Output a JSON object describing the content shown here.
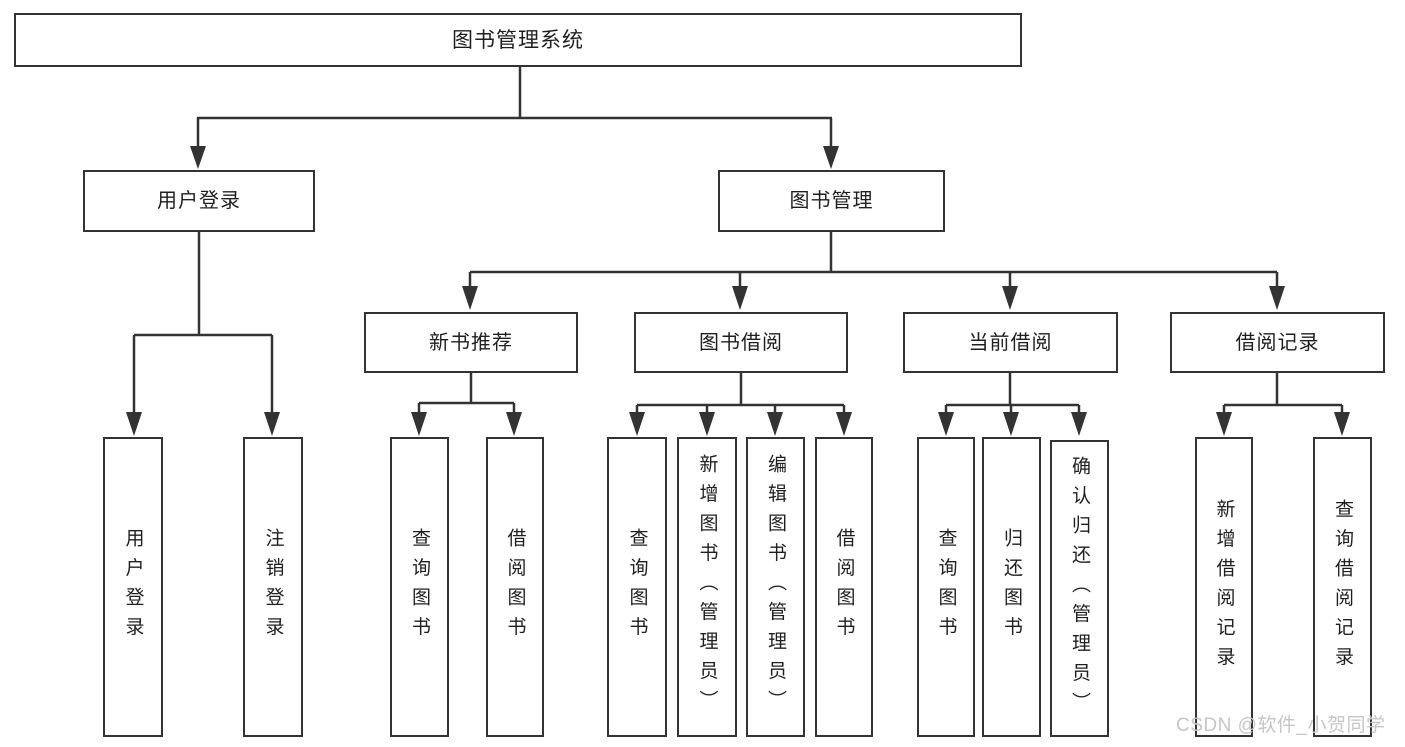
{
  "diagram": {
    "title": "图书管理系统",
    "level2": [
      {
        "label": "用户登录"
      },
      {
        "label": "图书管理"
      }
    ],
    "level3": [
      {
        "label": "新书推荐"
      },
      {
        "label": "图书借阅"
      },
      {
        "label": "当前借阅"
      },
      {
        "label": "借阅记录"
      }
    ],
    "leaves": {
      "user_login": [
        "用户登录",
        "注销登录"
      ],
      "new_book": [
        "查询图书",
        "借阅图书"
      ],
      "book_borrow": [
        "查询图书",
        "新增图书（管理员）",
        "编辑图书（管理员）",
        "借阅图书"
      ],
      "current_borrow": [
        "查询图书",
        "归还图书",
        "确认归还（管理员）"
      ],
      "borrow_record": [
        "新增借阅记录",
        "查询借阅记录"
      ]
    }
  },
  "watermark": {
    "text": "CSDN @软件_小贺同学",
    "color": "#c8c5c5"
  },
  "colors": {
    "line": "#333333",
    "text": "#1f1f1f",
    "background": "#ffffff"
  }
}
